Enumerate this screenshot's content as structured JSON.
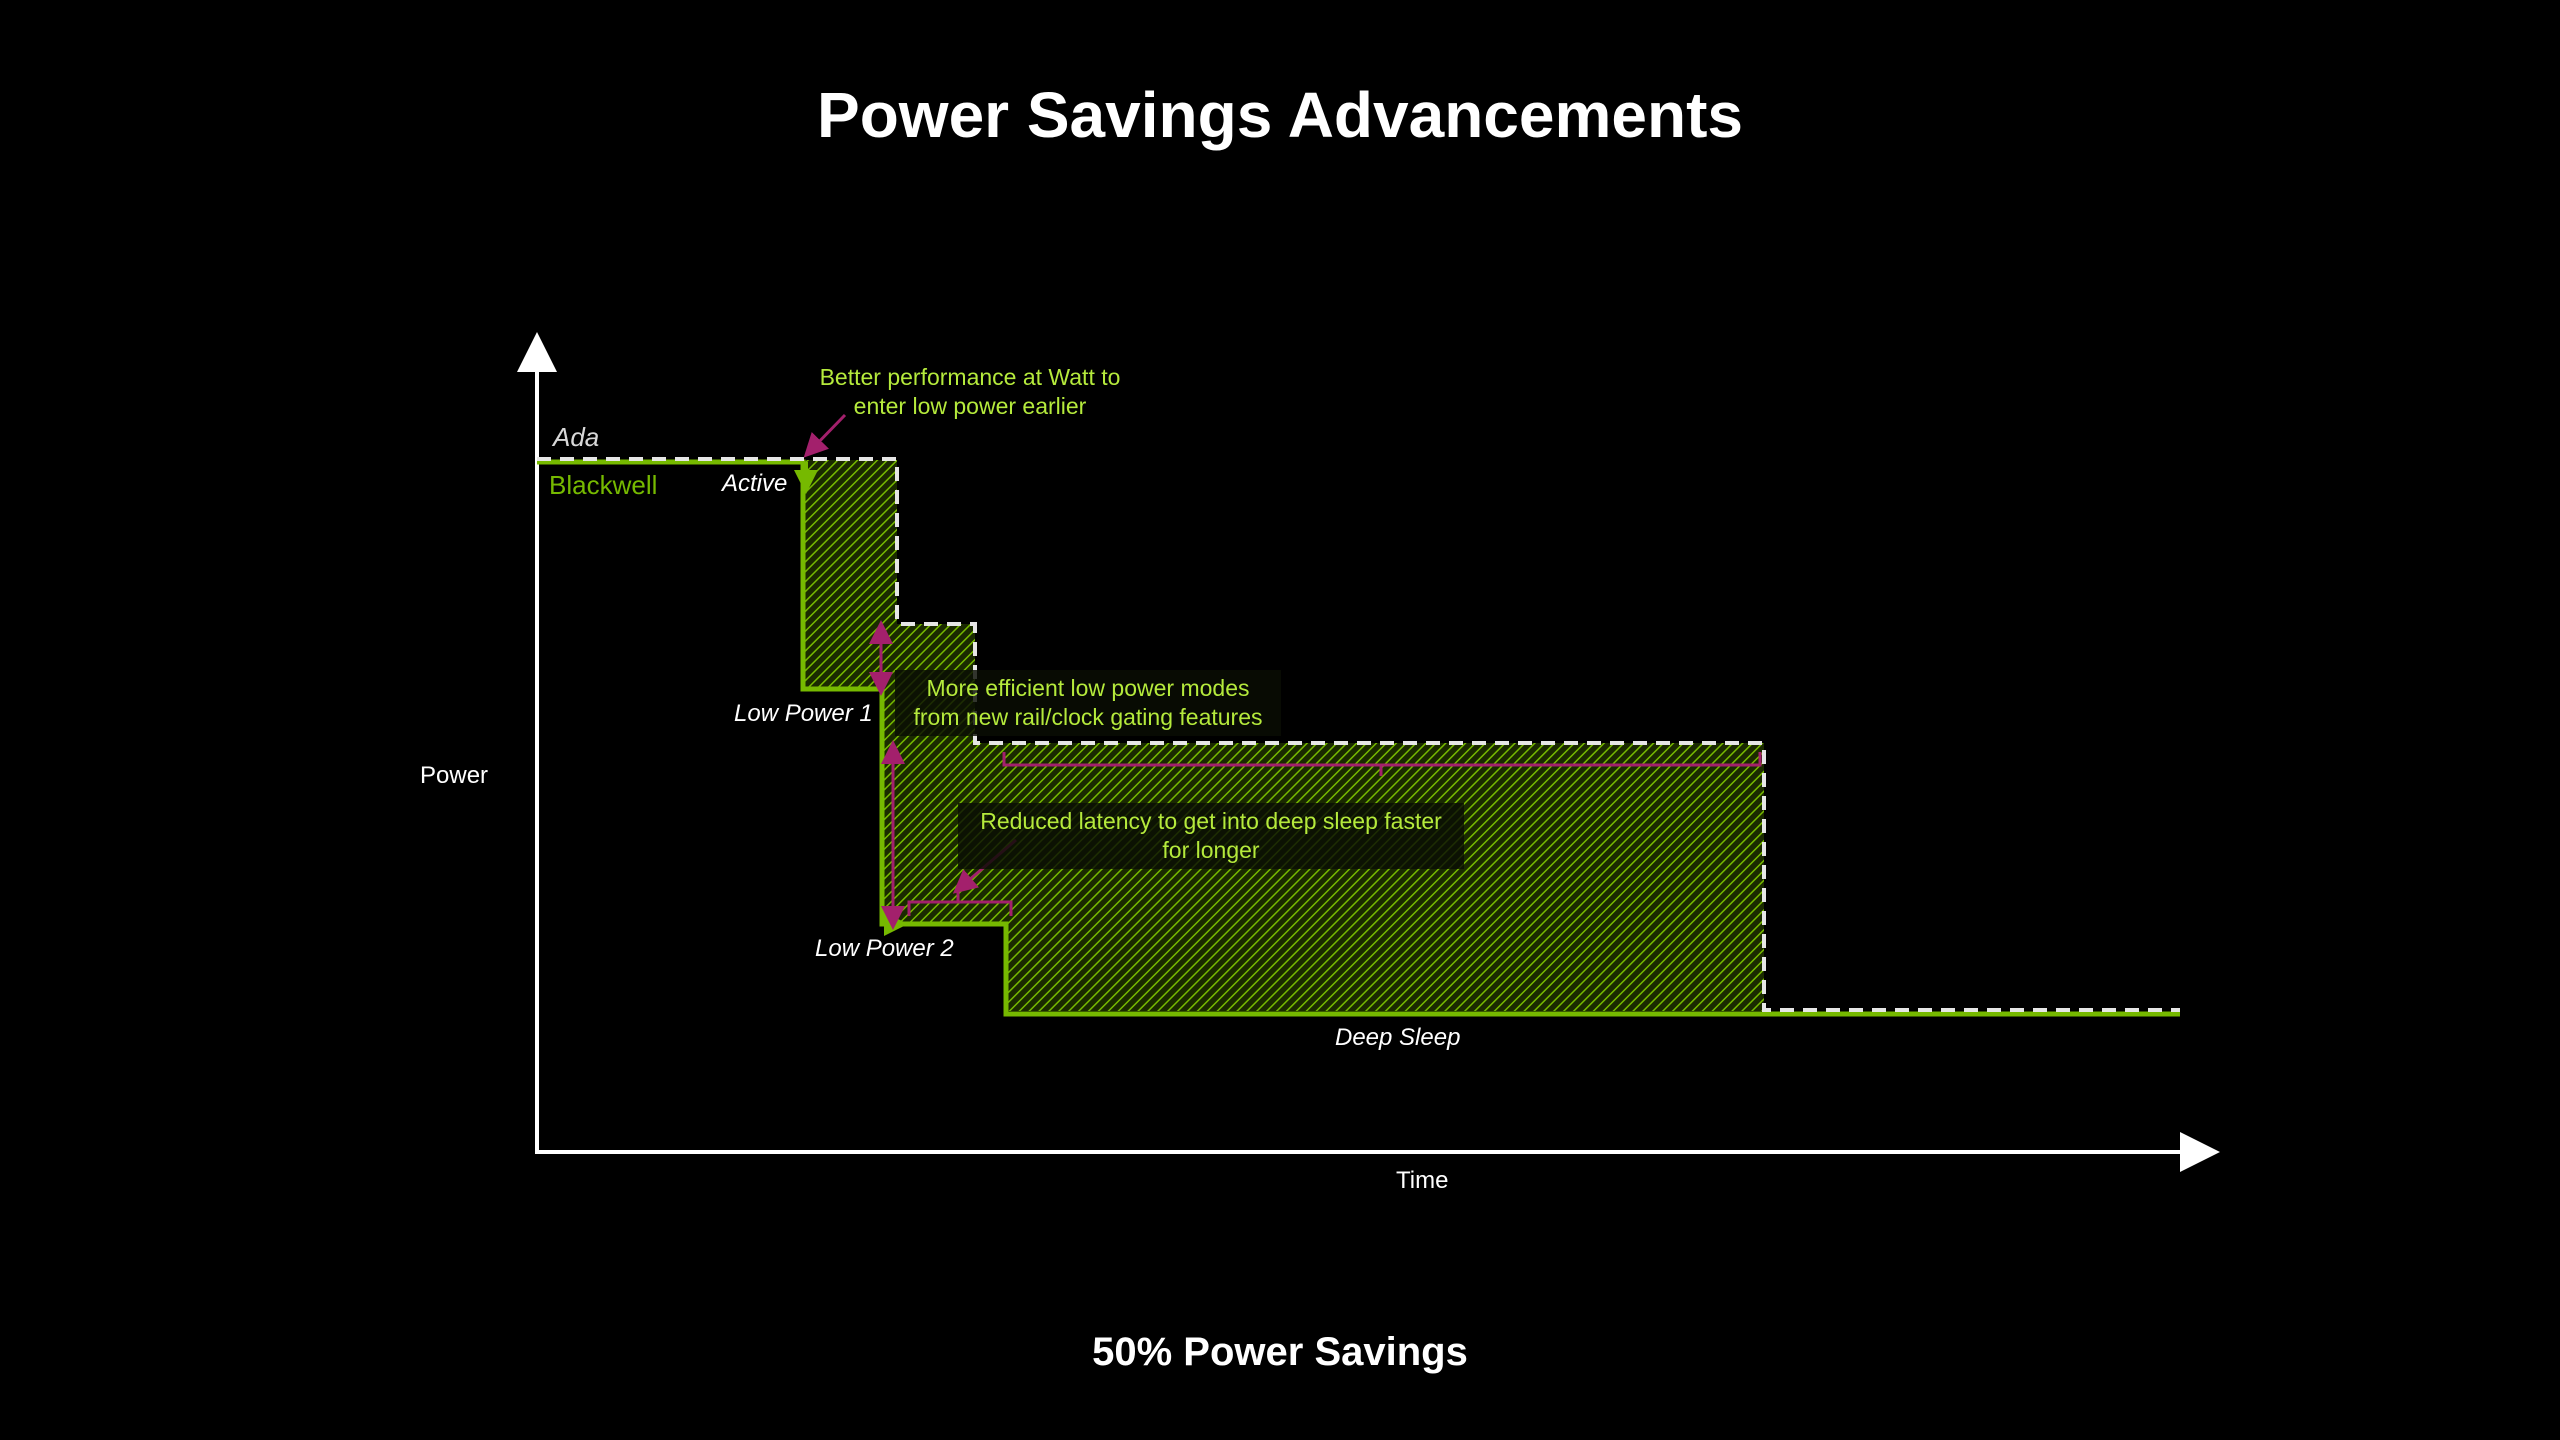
{
  "title": "Power Savings Advancements",
  "footer": "50% Power Savings",
  "axes": {
    "y_label": "Power",
    "x_label": "Time"
  },
  "series": {
    "ada": "Ada",
    "blackwell": "Blackwell"
  },
  "states": {
    "active": "Active",
    "low_power_1": "Low Power 1",
    "low_power_2": "Low Power 2",
    "deep_sleep": "Deep Sleep"
  },
  "annotations": {
    "perf_line1": "Better performance at Watt to",
    "perf_line2": "enter low power earlier",
    "modes_line1": "More efficient low power modes",
    "modes_line2": "from new rail/clock gating features",
    "latency_line1": "Reduced latency to get into deep sleep faster",
    "latency_line2": "for longer"
  },
  "colors": {
    "blackwell": "#76b900",
    "ada": "#e6e6e6",
    "marker": "#a3206c",
    "annotation": "#b5ea3c"
  }
}
